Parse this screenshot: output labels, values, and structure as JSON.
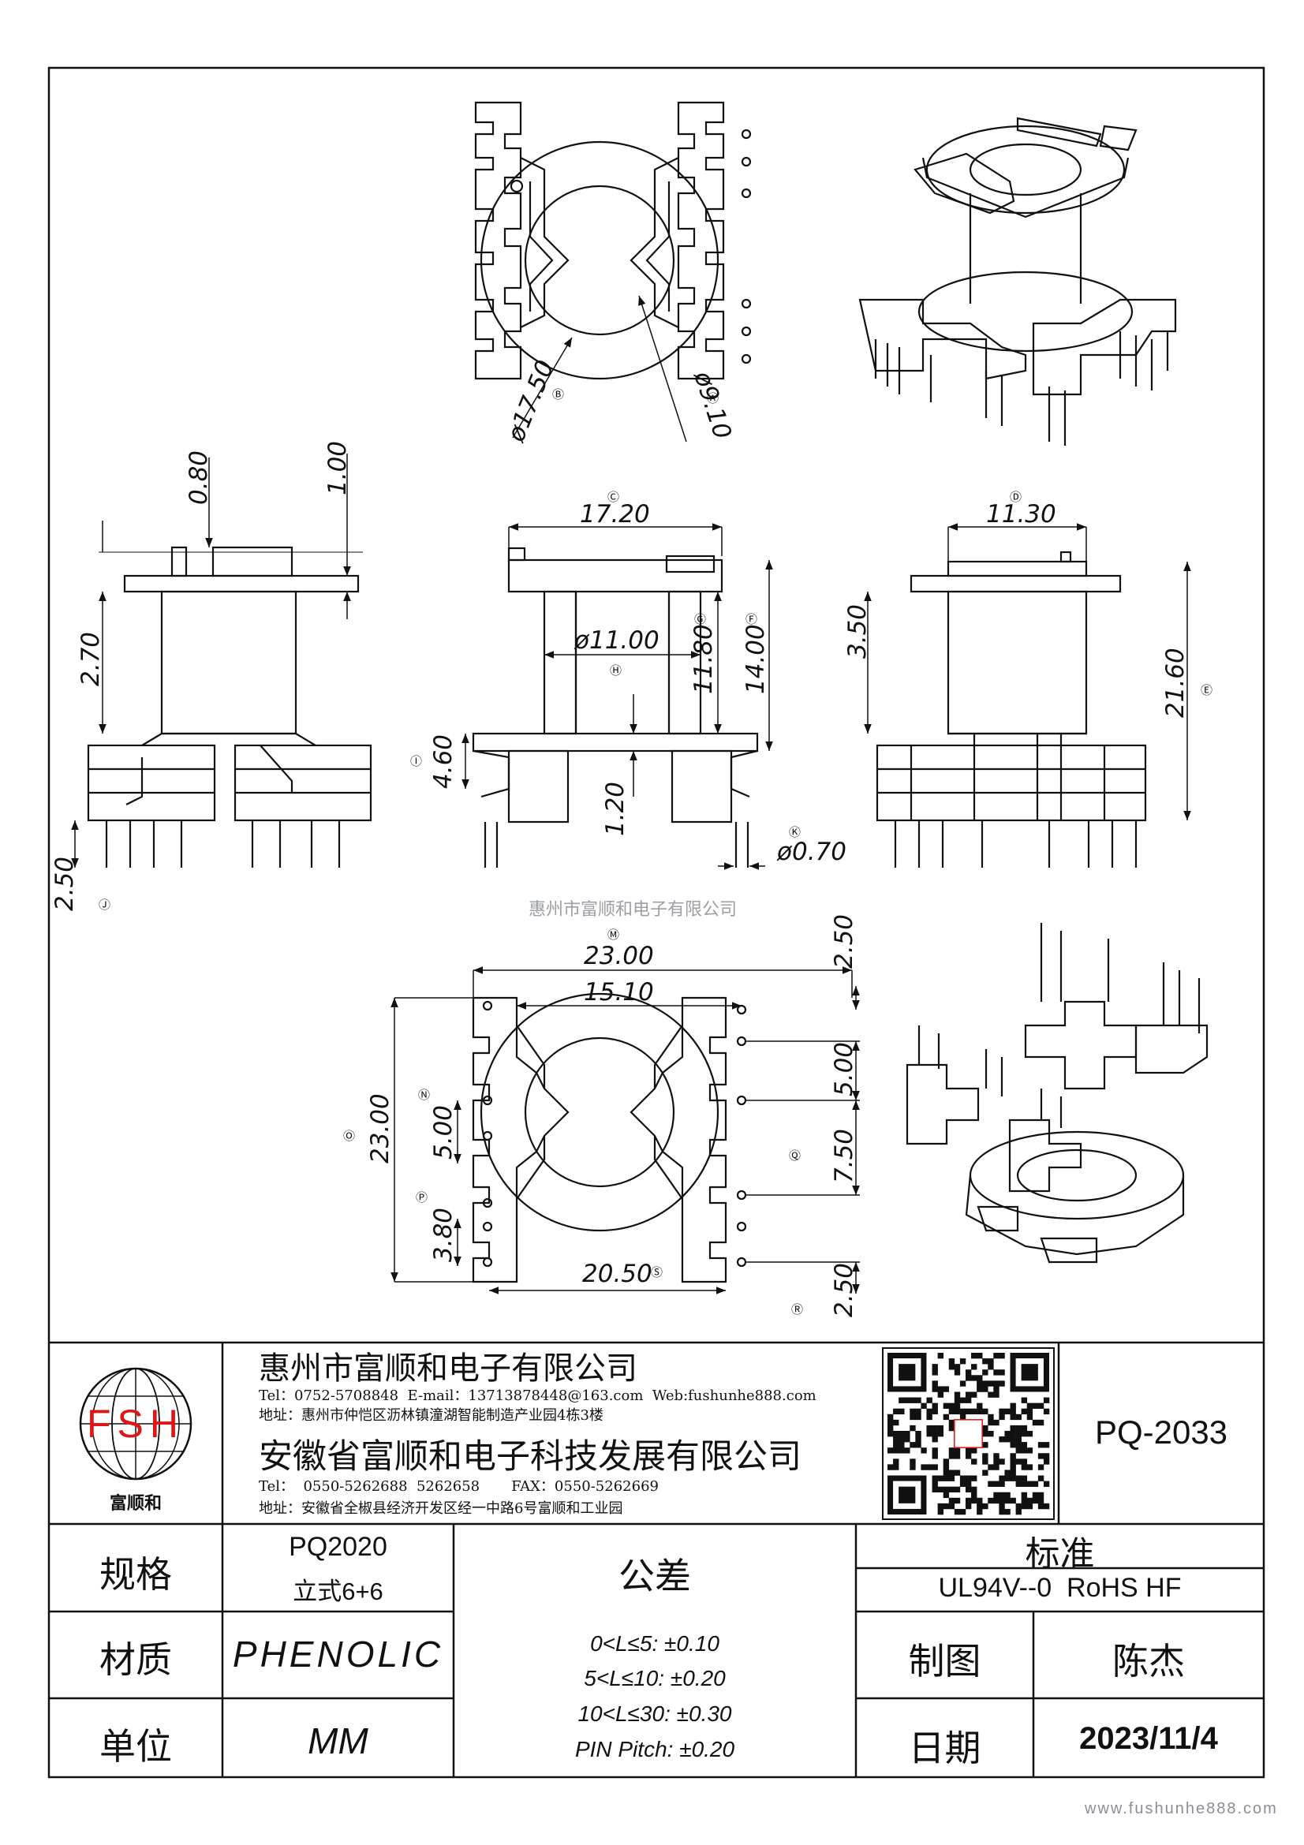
{
  "drawing": {
    "watermark": "惠州市富顺和电子有限公司",
    "dims": {
      "d_17_50": "ø17.50",
      "d_9_10": "ø9.10",
      "d_0_80": "0.80",
      "d_1_00": "1.00",
      "d_2_70": "2.70",
      "d_2_50_left": "2.50",
      "d_17_20": "17.20",
      "d_11_00": "ø11.00",
      "d_11_80": "11.80",
      "d_14_00": "14.00",
      "d_4_60": "4.60",
      "d_1_20": "1.20",
      "d_0_70": "ø0.70",
      "d_11_30": "11.30",
      "d_3_50": "3.50",
      "d_21_60": "21.60",
      "d_23_00_top": "23.00",
      "d_15_10": "15.10",
      "d_2_50_top": "2.50",
      "d_5_00_right": "5.00",
      "d_7_50": "7.50",
      "d_2_50_bottom": "2.50",
      "d_23_00_left": "23.00",
      "d_5_00_left": "5.00",
      "d_3_80": "3.80",
      "d_20_50": "20.50"
    },
    "markers": {
      "A": "Ⓐ",
      "B": "Ⓑ",
      "C": "Ⓒ",
      "D": "Ⓓ",
      "E": "Ⓔ",
      "F": "Ⓕ",
      "G": "Ⓖ",
      "H": "Ⓗ",
      "I": "Ⓘ",
      "J": "Ⓙ",
      "K": "Ⓚ",
      "M": "Ⓜ",
      "N": "Ⓝ",
      "O": "Ⓞ",
      "P": "Ⓟ",
      "Q": "Ⓠ",
      "R": "Ⓡ",
      "S": "Ⓢ"
    }
  },
  "company": {
    "logo_text": "FSH",
    "logo_caption": "富顺和",
    "name1": "惠州市富顺和电子有限公司",
    "contact1": "Tel：0752-5708848  E-mail：13713878448@163.com  Web:fushunhe888.com",
    "address1": "地址：惠州市仲恺区沥林镇潼湖智能制造产业园4栋3楼",
    "name2": "安徽省富顺和电子科技发展有限公司",
    "contact2": "Tel：  0550-5262688  5262658       FAX：0550-5262669",
    "address2": "地址：安徽省全椒县经济开发区经一中路6号富顺和工业园",
    "part_number": "PQ-2033"
  },
  "table": {
    "spec_label": "规格",
    "spec_value1": "PQ2020",
    "spec_value2": "立式6+6",
    "material_label": "材质",
    "material_value": "PHENOLIC",
    "unit_label": "单位",
    "unit_value": "MM",
    "tolerance_label": "公差",
    "tolerances": [
      "0<L≤5: ±0.10",
      "5<L≤10: ±0.20",
      "10<L≤30: ±0.30",
      "PIN Pitch: ±0.20"
    ],
    "standard_label": "标准",
    "standard_value": "UL94V--0  RoHS HF",
    "drawn_label": "制图",
    "drawn_value": "陈杰",
    "date_label": "日期",
    "date_value": "2023/11/4"
  },
  "footer": {
    "website": "www.fushunhe888.com"
  }
}
